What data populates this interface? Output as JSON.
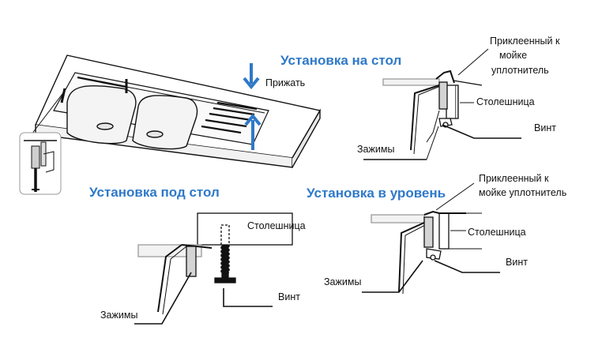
{
  "colors": {
    "accent": "#2f79c8",
    "ink": "#111111",
    "steel": "#c8c8c8"
  },
  "topleft": {
    "press_label": "Прижать"
  },
  "sections": {
    "on_table": {
      "title": "Установка на стол",
      "label_seal_1": "Приклеенный к",
      "label_seal_2": "мойке",
      "label_seal_3": "уплотнитель",
      "label_countertop": "Столешница",
      "label_screw": "Винт",
      "label_clamps": "Зажимы"
    },
    "under_table": {
      "title": "Установка под стол",
      "label_countertop": "Столешница",
      "label_screw": "Винт",
      "label_clamps": "Зажимы"
    },
    "flush": {
      "title": "Установка в уровень",
      "label_seal_1": "Приклеенный к",
      "label_seal_2": "мойке уплотнитель",
      "label_countertop": "Столешница",
      "label_screw": "Винт",
      "label_clamps": "Зажимы"
    }
  },
  "icons": [
    "arrow-down-icon",
    "arrow-up-icon"
  ]
}
